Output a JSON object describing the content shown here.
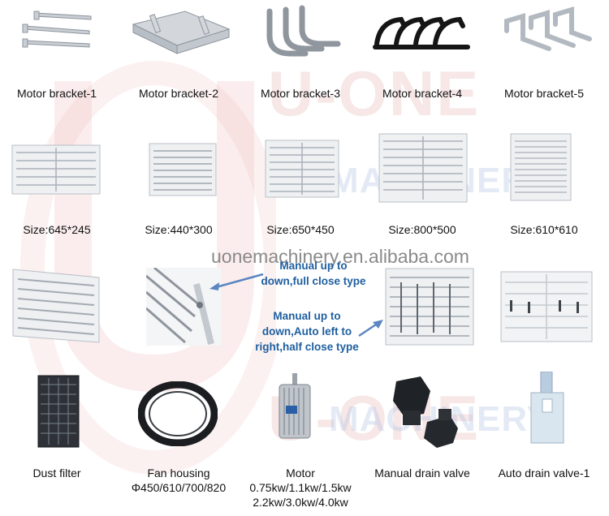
{
  "watermark": {
    "brand": "U-ONE",
    "sub": "MACHINERY"
  },
  "site_url": "uonemachinery.en.alibaba.com",
  "row1": [
    {
      "caption": "Motor bracket-1",
      "icon": "bracket-flat-icon"
    },
    {
      "caption": "Motor bracket-2",
      "icon": "bracket-plate-icon"
    },
    {
      "caption": "Motor bracket-3",
      "icon": "bracket-curved-icon"
    },
    {
      "caption": "Motor bracket-4",
      "icon": "bracket-black-icon"
    },
    {
      "caption": "Motor bracket-5",
      "icon": "bracket-leg-icon"
    }
  ],
  "row2": [
    {
      "caption": "Size:645*245"
    },
    {
      "caption": "Size:440*300"
    },
    {
      "caption": "Size:650*450"
    },
    {
      "caption": "Size:800*500"
    },
    {
      "caption": "Size:610*610"
    }
  ],
  "notes": {
    "full_close": [
      "Manual up to",
      "down,full close type"
    ],
    "half_close": [
      "Manual up to",
      "down,Auto left to",
      "right,half close type"
    ]
  },
  "row4": [
    {
      "caption": [
        "Dust filter"
      ]
    },
    {
      "caption": [
        "Fan housing",
        "Φ450/610/700/820"
      ]
    },
    {
      "caption": [
        "Motor",
        "0.75kw/1.1kw/1.5kw",
        "2.2kw/3.0kw/4.0kw"
      ]
    },
    {
      "caption": [
        "Manual drain valve"
      ]
    },
    {
      "caption": [
        "Auto drain valve-1"
      ]
    }
  ],
  "colors": {
    "note": "#1f5fa0",
    "arrow": "#5b86c2",
    "metal": "#c9ced4",
    "frame": "#e9ecef"
  }
}
